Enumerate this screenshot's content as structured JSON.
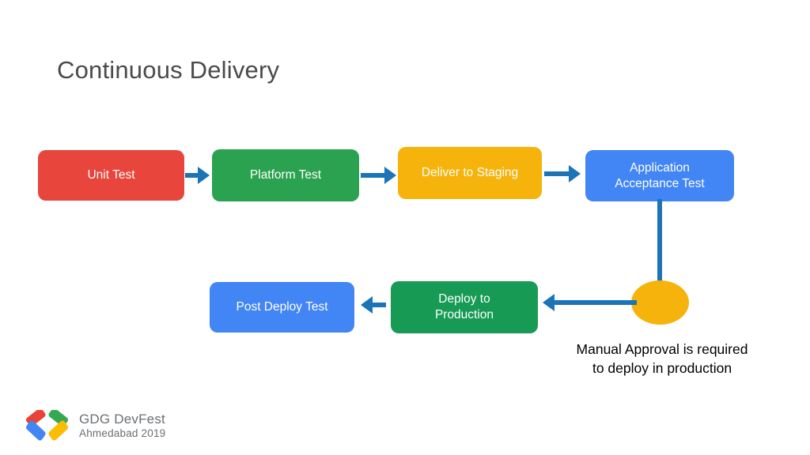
{
  "slide": {
    "title": "Continuous Delivery",
    "background_color": "#ffffff",
    "title_color": "#4a4a4a"
  },
  "diagram": {
    "type": "flowchart",
    "connector_color": "#1b73b8",
    "nodes": [
      {
        "id": "unit-test",
        "label": "Unit Test",
        "lines": [
          "Unit Test"
        ],
        "shape": "rounded-rect",
        "color": "#e8453c",
        "row": "top",
        "order": 1
      },
      {
        "id": "platform-test",
        "label": "Platform Test",
        "lines": [
          "Platform Test"
        ],
        "shape": "rounded-rect",
        "color": "#2ba24f",
        "row": "top",
        "order": 2
      },
      {
        "id": "deliver-to-staging",
        "label": "Deliver to Staging",
        "lines": [
          "Deliver to Staging"
        ],
        "shape": "rounded-rect",
        "color": "#f5b30b",
        "row": "top",
        "order": 3
      },
      {
        "id": "application-acceptance-test",
        "label": "Application Acceptance Test",
        "lines": [
          "Application",
          "Acceptance Test"
        ],
        "shape": "rounded-rect",
        "color": "#4285f4",
        "row": "top",
        "order": 4
      },
      {
        "id": "manual-approval-gate",
        "label": "",
        "lines": [],
        "shape": "circle",
        "color": "#f5b30b",
        "row": "bottom",
        "order": 5
      },
      {
        "id": "deploy-to-production",
        "label": "Deploy to Production",
        "lines": [
          "Deploy to",
          "Production"
        ],
        "shape": "rounded-rect",
        "color": "#169a54",
        "row": "bottom",
        "order": 6
      },
      {
        "id": "post-deploy-test",
        "label": "Post Deploy Test",
        "lines": [
          "Post Deploy Test"
        ],
        "shape": "rounded-rect",
        "color": "#4285f4",
        "row": "bottom",
        "order": 7
      }
    ],
    "edges": [
      {
        "from": "unit-test",
        "to": "platform-test",
        "direction": "right"
      },
      {
        "from": "platform-test",
        "to": "deliver-to-staging",
        "direction": "right"
      },
      {
        "from": "deliver-to-staging",
        "to": "application-acceptance-test",
        "direction": "right"
      },
      {
        "from": "application-acceptance-test",
        "to": "manual-approval-gate",
        "direction": "down"
      },
      {
        "from": "manual-approval-gate",
        "to": "deploy-to-production",
        "direction": "left"
      },
      {
        "from": "deploy-to-production",
        "to": "post-deploy-test",
        "direction": "left"
      }
    ],
    "annotation": {
      "target": "manual-approval-gate",
      "lines": [
        "Manual Approval is required",
        "to deploy in production"
      ],
      "color": "#000000"
    }
  },
  "footer": {
    "logo": {
      "icon": "gdg-chevrons-icon",
      "title": "GDG DevFest",
      "subtitle": "Ahmedabad 2019",
      "text_color": "#6b6f73",
      "chevron_colors": {
        "top_left": "#ea4335",
        "bottom_left": "#4285f4",
        "top_right": "#34a853",
        "bottom_right": "#fbbc04"
      }
    }
  }
}
